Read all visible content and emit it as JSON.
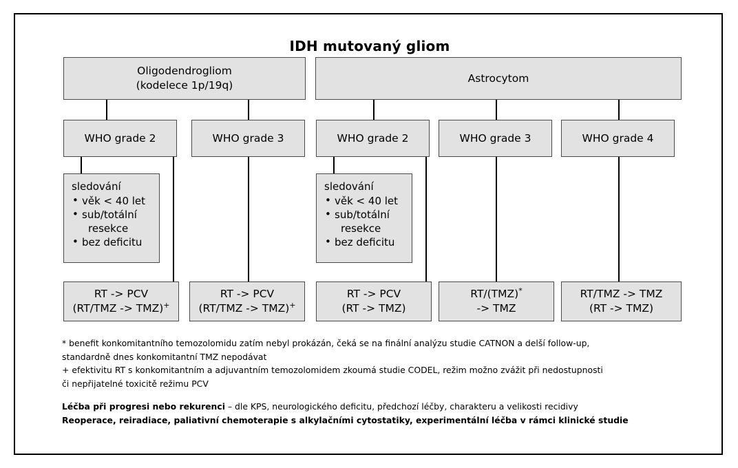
{
  "title": "IDH mutovaný gliom",
  "branches": [
    {
      "id": "oligodendrogliom",
      "line1": "Oligodendrogliom",
      "line2": "(kodelece 1p/19q)"
    },
    {
      "id": "astrocytom",
      "line1": "Astrocytom",
      "line2": ""
    }
  ],
  "grades": [
    {
      "id": "oligo-g2",
      "label": "WHO grade 2"
    },
    {
      "id": "oligo-g3",
      "label": "WHO grade 3"
    },
    {
      "id": "astro-g2",
      "label": "WHO grade 2"
    },
    {
      "id": "astro-g3",
      "label": "WHO grade 3"
    },
    {
      "id": "astro-g4",
      "label": "WHO grade 4"
    }
  ],
  "surveillance": {
    "heading": "sledování",
    "items": [
      {
        "text": "věk < 40 let",
        "cont": ""
      },
      {
        "text": "sub/totální",
        "cont": "resekce"
      },
      {
        "text": "bez deficitu",
        "cont": ""
      }
    ]
  },
  "treatments": [
    {
      "id": "tx-oligo-g2",
      "line1": "RT -> PCV",
      "line2": "(RT/TMZ -> TMZ)",
      "mark2": "+",
      "mark1": ""
    },
    {
      "id": "tx-oligo-g3",
      "line1": "RT -> PCV",
      "line2": "(RT/TMZ -> TMZ)",
      "mark2": "+",
      "mark1": ""
    },
    {
      "id": "tx-astro-g2",
      "line1": "RT -> PCV",
      "line2": "(RT -> TMZ)",
      "mark2": "",
      "mark1": ""
    },
    {
      "id": "tx-astro-g3",
      "line1": "RT/(TMZ)",
      "line2": "-> TMZ",
      "mark2": "",
      "mark1": "*"
    },
    {
      "id": "tx-astro-g4",
      "line1": "RT/TMZ -> TMZ",
      "line2": "(RT -> TMZ)",
      "mark2": "",
      "mark1": ""
    }
  ],
  "footnotes": {
    "asterisk_line1": "* benefit konkomitantního temozolomidu zatím nebyl prokázán, čeká se na finální analýzu studie CATNON a delší follow-up,",
    "asterisk_line2": "standardně dnes konkomitantní TMZ nepodávat",
    "plus_line1": "+ efektivitu RT s konkomitantním a adjuvantním temozolomidem zkoumá studie CODEL, režim možno zvážit při nedostupnosti",
    "plus_line2": "či nepřijatelné toxicitě režimu PCV",
    "progress_bold": "Léčba při progresi nebo rekurenci",
    "progress_rest": " – dle KPS, neurologického deficitu, předchozí léčby, charakteru a velikosti recidivy",
    "reoperation": "Reoperace, reiradiace, paliativní chemoterapie s alkylačními cytostatiky, experimentální léčba v rámci klinické studie"
  },
  "colors": {
    "box_fill": "#e2e2e2",
    "box_border": "#4a4a4a",
    "frame": "#000000",
    "text": "#000000"
  }
}
